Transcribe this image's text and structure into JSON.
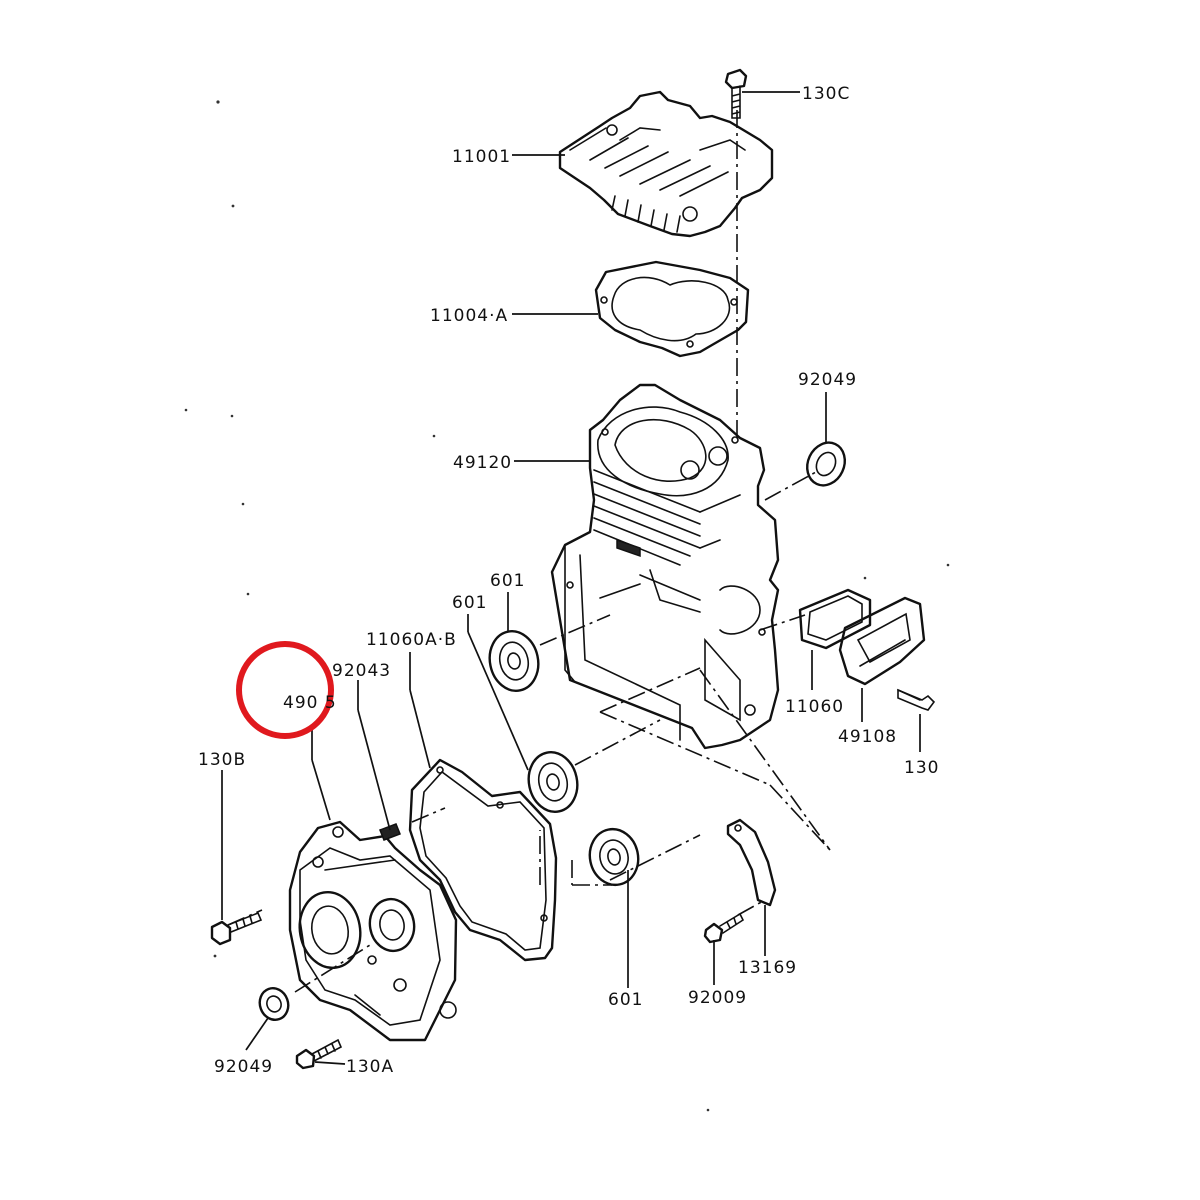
{
  "labels": {
    "p130C": "130C",
    "p11001": "11001",
    "p11004A": "11004·A",
    "p92049_top": "92049",
    "p49120": "49120",
    "p601_a": "601",
    "p601_b": "601",
    "p11060AB": "11060A·B",
    "p92043": "92043",
    "p49015": "490 5",
    "p130B": "130B",
    "p11060": "11060",
    "p49108": "49108",
    "p130": "130",
    "p601_c": "601",
    "p13169": "13169",
    "p92009": "92009",
    "p92049_bottom": "92049",
    "p130A": "130A"
  },
  "colors": {
    "line": "#111111",
    "highlight_circle": "#e0191e",
    "background": "#ffffff"
  }
}
